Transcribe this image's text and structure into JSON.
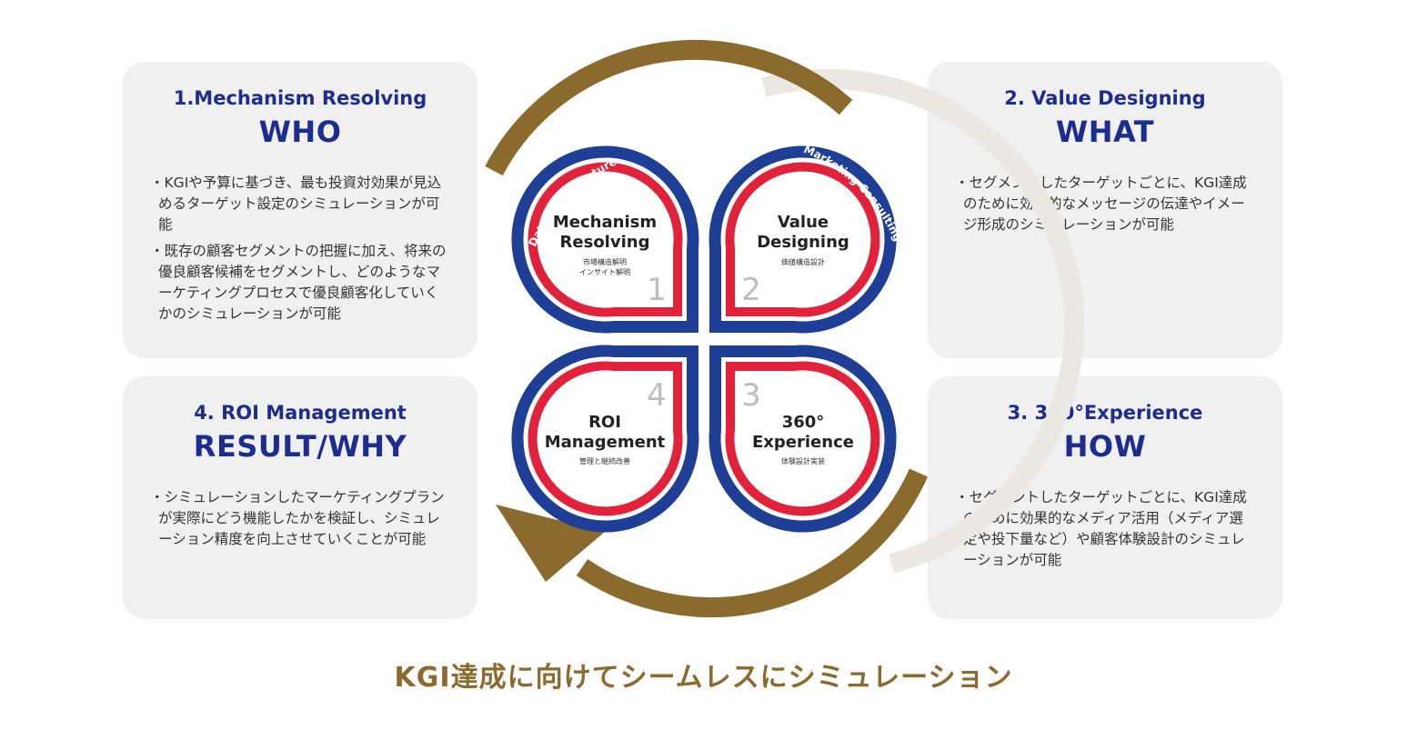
{
  "cards": [
    {
      "title": "1.Mechanism Resolving",
      "subtitle": "WHO",
      "bullets": [
        "KGIや予算に基づき、最も投資対効果が見込めるターゲット設定のシミュレーションが可能",
        "既存の顧客セグメントの把握に加え、将来の優良顧客候補をセグメントし、どのようなマーケティングプロセスで優良顧客化していくかのシミュレーションが可能"
      ]
    },
    {
      "title": "2. Value Designing",
      "subtitle": "WHAT",
      "bullets": [
        "セグメントしたターゲットごとに、KGI達成のために効果的なメッセージの伝達やイメージ形成のシミュレーションが可能"
      ]
    },
    {
      "title": "3. 360°Experience",
      "subtitle": "HOW",
      "bullets": [
        "セグメントしたターゲットごとに、KGI達成のために効果的なメディア活用（メディア選定や投下量など）や顧客体験設計のシミュレーションが可能"
      ]
    },
    {
      "title": "4. ROI Management",
      "subtitle": "RESULT/WHY",
      "bullets": [
        "シミュレーションしたマーケティングプランが実際にどう機能したかを検証し、シミュレーション精度を向上させていくことが可能"
      ]
    }
  ],
  "diagram": {
    "arc_label_left": "Data Infrastructure",
    "arc_label_right": "Marketing Consulting",
    "petals": [
      {
        "number": "1",
        "line1": "Mechanism",
        "line2": "Resolving",
        "sub1": "市場構造解明",
        "sub2": "インサイト解明"
      },
      {
        "number": "2",
        "line1": "Value",
        "line2": "Designing",
        "sub1": "価値構造設計",
        "sub2": ""
      },
      {
        "number": "3",
        "line1": "360°",
        "line2": "Experience",
        "sub1": "体験設計実装",
        "sub2": ""
      },
      {
        "number": "4",
        "line1": "ROI",
        "line2": "Management",
        "sub1": "管理と継続改善",
        "sub2": ""
      }
    ]
  },
  "footer": "KGI達成に向けてシームレスにシミュレーション",
  "colors": {
    "title_blue": "#1d2c8f",
    "ring_blue": "#1f3e96",
    "ring_red": "#e2213a",
    "arrow_gold": "#8b6b2d",
    "arrow_light": "#ebe8e4",
    "card_bg": "#f0f0f1",
    "number_gray": "#bdbdbd"
  }
}
